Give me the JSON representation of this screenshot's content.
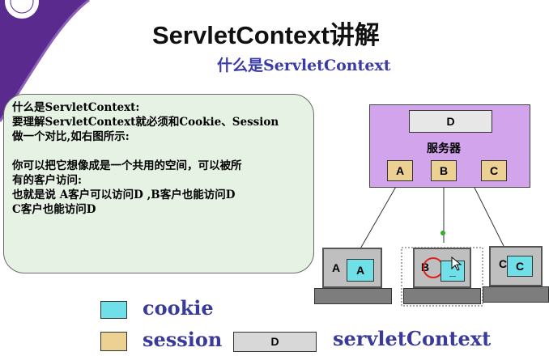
{
  "slide": {
    "title": "ServletContext讲解",
    "subtitle": "什么是ServletContext"
  },
  "textbox": {
    "lines": [
      "什么是ServletContext:",
      "要理解ServletContext就必须和Cookie、Session",
      "做一个对比,如右图所示:",
      "",
      "你可以把它想像成是一个共用的空间，可以被所",
      "有的客户访问:",
      "也就是说  A客户可以访问D ,B客户也能访问D",
      "C客户也能访问D"
    ]
  },
  "diagram": {
    "server_label": "服务器",
    "context_label": "D",
    "sessions": [
      "A",
      "B",
      "C"
    ],
    "clients": [
      {
        "letter": "A",
        "cookie": "A"
      },
      {
        "letter": "B",
        "cookie": "_"
      },
      {
        "letter": "C",
        "cookie": "C"
      }
    ]
  },
  "legend": {
    "cookie_label": "cookie",
    "session_label": "session",
    "context_box": "D",
    "context_label": "servletContext"
  },
  "colors": {
    "corner": "#5b2a8e",
    "server_bg": "#d2a4ec",
    "session": "#ecd192",
    "cookie": "#6fe0e8",
    "textbox_bg": "#e6f2e4",
    "subtitle": "#3a3aa8",
    "legend_text": "#3a3a9a"
  }
}
